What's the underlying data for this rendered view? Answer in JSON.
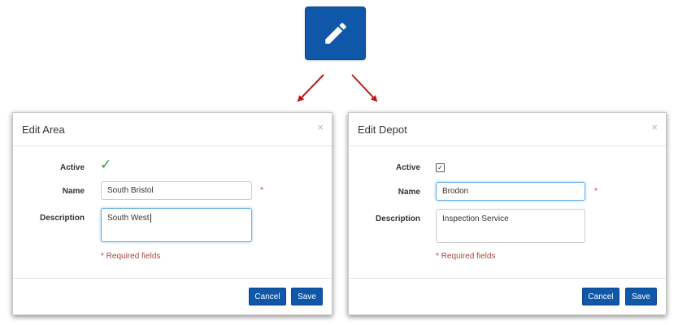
{
  "edit_area": {
    "title": "Edit Area",
    "close": "×",
    "active_label": "Active",
    "active_check": "✓",
    "name_label": "Name",
    "name_value": "South Bristol",
    "required_star": "*",
    "description_label": "Description",
    "description_value": "South West",
    "required_note": "* Required fields",
    "cancel_label": "Cancel",
    "save_label": "Save"
  },
  "edit_depot": {
    "title": "Edit Depot",
    "close": "×",
    "active_label": "Active",
    "active_check": "✓",
    "name_label": "Name",
    "name_value": "Brodon",
    "required_star": "*",
    "description_label": "Description",
    "description_value": "Inspection Service",
    "required_note": "* Required fields",
    "cancel_label": "Cancel",
    "save_label": "Save"
  },
  "colors": {
    "primary": "#0f57a8",
    "check_green": "#2b9d3b",
    "arrow_red": "#c0161b",
    "required_red": "#a94442"
  },
  "icons": {
    "edit_tile": "pencil-icon",
    "arrows": "arrow-down-left-icon, arrow-down-right-icon"
  }
}
